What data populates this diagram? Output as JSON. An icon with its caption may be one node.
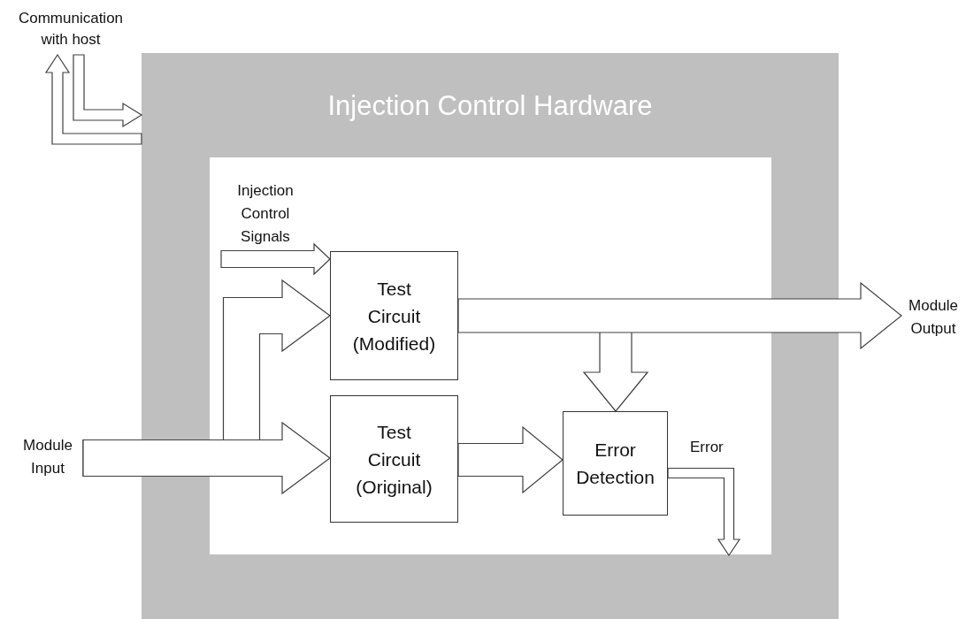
{
  "diagram": {
    "nodes": [
      {
        "text": [
          "Communication with host"
        ]
      },
      {
        "text": [
          "Injection Control Hardware"
        ]
      },
      {
        "text": [],
        "shape": "box",
        "in": 1
      },
      {
        "text": [
          "Injection Control Signals"
        ],
        "in": 2
      },
      {
        "text": [
          "Test Circuit (Modified)"
        ],
        "in": 2
      },
      {
        "text": [
          "Test Circuit (Original)"
        ],
        "in": 2
      },
      {
        "text": [
          "Error Detection"
        ],
        "in": 2
      },
      {
        "text": [
          "Module Input"
        ]
      },
      {
        "text": [
          "Module Output"
        ]
      }
    ],
    "edges": [
      {
        "from": 0,
        "to": 1,
        "arrow": "to"
      },
      {
        "from": 1,
        "to": 0,
        "arrow": "to"
      },
      {
        "from": 3,
        "to": 4,
        "arrow": "to"
      },
      {
        "from": 7,
        "to": 4,
        "arrow": "to"
      },
      {
        "from": 7,
        "to": 5,
        "arrow": "to"
      },
      {
        "from": 4,
        "to": 6,
        "arrow": "to"
      },
      {
        "from": 4,
        "to": 8,
        "arrow": "to"
      },
      {
        "from": 5,
        "to": 6,
        "arrow": "to"
      },
      {
        "from": 6,
        "to": null,
        "arrow": "to",
        "label": "Error"
      }
    ]
  }
}
